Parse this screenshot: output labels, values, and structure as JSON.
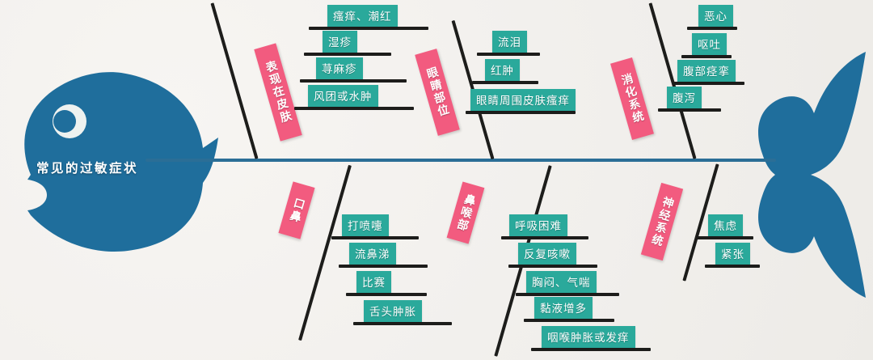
{
  "diagram": {
    "type": "fishbone",
    "title": "常见的过敏症状",
    "colors": {
      "fish": "#1f6e9c",
      "spine": "#2b6e96",
      "category": "#f25b7f",
      "item": "#2aa99b",
      "bone": "#1d1d1b",
      "background": "#f1efec"
    },
    "categories": [
      {
        "label": "表现在皮肤",
        "side": "top",
        "items": [
          "瘙痒、潮红",
          "湿疹",
          "荨麻疹",
          "风团或水肿"
        ]
      },
      {
        "label": "眼睛部位",
        "side": "top",
        "items": [
          "流泪",
          "红肿",
          "眼睛周围皮肤瘙痒"
        ]
      },
      {
        "label": "消化系统",
        "side": "top",
        "items": [
          "恶心",
          "呕吐",
          "腹部痉挛",
          "腹泻"
        ]
      },
      {
        "label": "口鼻",
        "side": "bottom",
        "items": [
          "打喷嚏",
          "流鼻涕",
          "比赛",
          "舌头肿胀"
        ]
      },
      {
        "label": "鼻喉部",
        "side": "bottom",
        "items": [
          "呼吸困难",
          "反复咳嗽",
          "胸闷、气喘",
          "黏液增多",
          "咽喉肿胀或发痒"
        ]
      },
      {
        "label": "神经系统",
        "side": "bottom",
        "items": [
          "焦虑",
          "紧张"
        ]
      }
    ]
  }
}
